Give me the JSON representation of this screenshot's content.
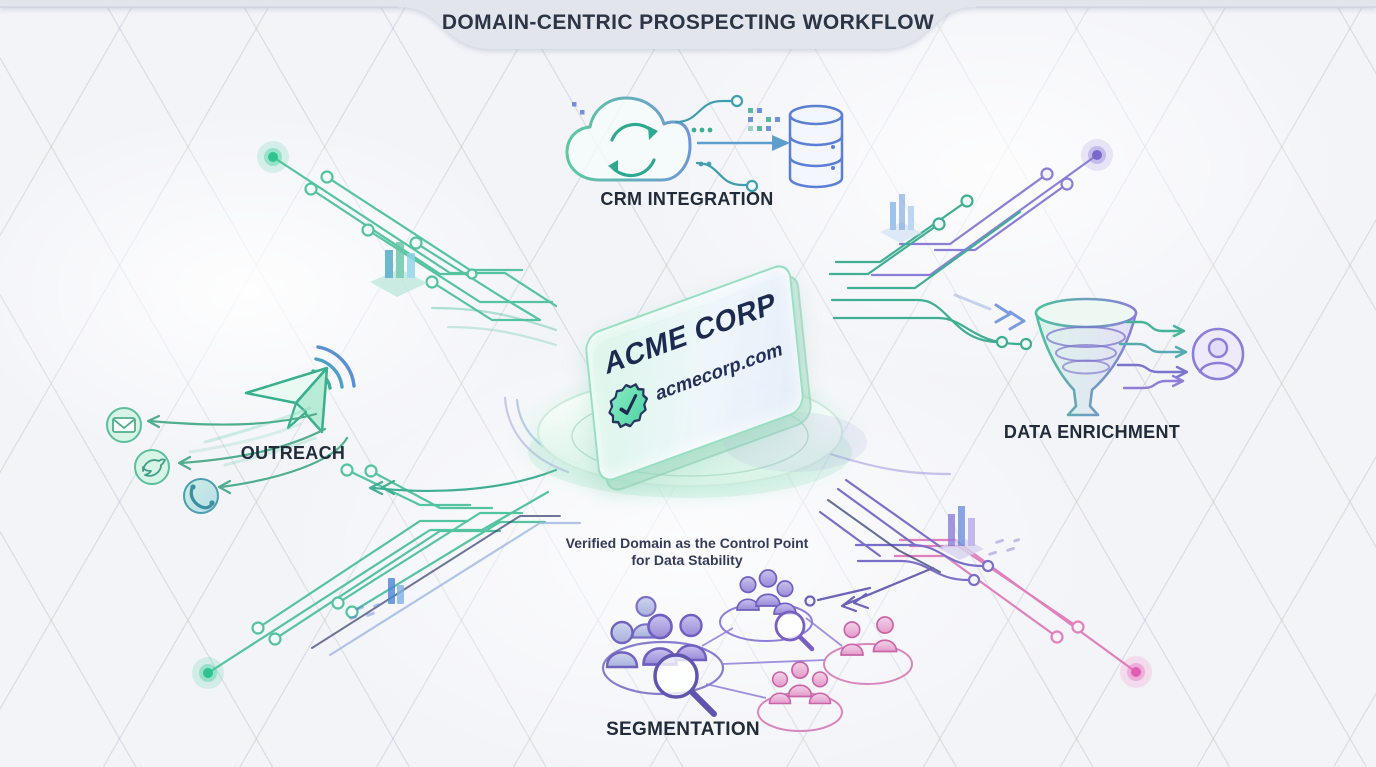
{
  "title": "DOMAIN-CENTRIC PROSPECTING WORKFLOW",
  "center_card": {
    "company": "ACME CORP",
    "domain": "acmecorp.com",
    "badge_icon": "verified-check-badge",
    "platform_icon": "glowing-platform"
  },
  "caption": {
    "line1": "Verified Domain as the Control Point",
    "line2": "for Data Stability"
  },
  "nodes": [
    {
      "id": "crm-integration",
      "label": "CRM INTEGRATION",
      "position": "top",
      "icons": [
        "cloud-sync-icon",
        "data-dots-icon",
        "flow-arrow-icon",
        "database-icon"
      ]
    },
    {
      "id": "data-enrichment",
      "label": "DATA ENRICHMENT",
      "position": "right",
      "icons": [
        "funnel-icon",
        "flow-arrows-icon",
        "contact-avatar-icon"
      ]
    },
    {
      "id": "outreach",
      "label": "OUTREACH",
      "position": "left",
      "icons": [
        "paper-plane-icon",
        "signal-waves-icon",
        "email-icon",
        "twitter-icon",
        "phone-icon"
      ]
    },
    {
      "id": "segmentation",
      "label": "SEGMENTATION",
      "position": "bottom",
      "icons": [
        "people-cluster-icon",
        "magnifier-icon",
        "people-subgroup-icons"
      ]
    }
  ],
  "decorations": {
    "circuit_bundles": [
      "top-left-green",
      "top-right-purple-teal",
      "bottom-left-green",
      "bottom-right-purple-pink"
    ],
    "glow_dots": [
      {
        "position": "top-left",
        "color": "#3ecf9a"
      },
      {
        "position": "top-right",
        "color": "#8f7ed8"
      },
      {
        "position": "bottom-left",
        "color": "#3ecf9a"
      },
      {
        "position": "bottom-right",
        "color": "#e86bbf"
      }
    ],
    "mini_charts": [
      "bar-chart-top-left",
      "bar-chart-top-right",
      "bar-chart-bottom-left",
      "bar-chart-bottom-right"
    ]
  },
  "colors": {
    "background": "#f3f4f8",
    "banner": "#e2e5ec",
    "title_text": "#2c3545",
    "label_text": "#212b3a",
    "card_text": "#1d2a50",
    "green": "#3ecf9a",
    "teal": "#2fa891",
    "blue": "#5b7fd4",
    "purple": "#8b7ed8",
    "pink": "#e07bbf"
  }
}
